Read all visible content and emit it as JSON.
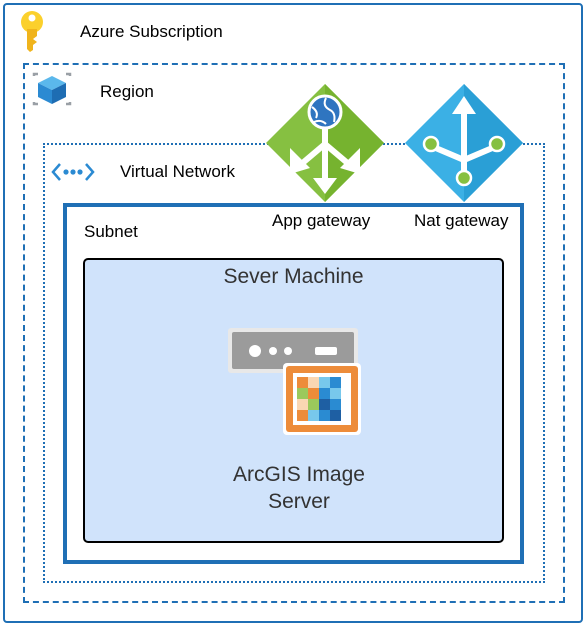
{
  "subscription": {
    "label": "Azure Subscription",
    "icon": "key-icon"
  },
  "region": {
    "label": "Region",
    "icon": "region-cube-icon"
  },
  "virtual_network": {
    "label": "Virtual Network",
    "icon": "vnet-icon"
  },
  "subnet": {
    "label": "Subnet"
  },
  "app_gateway": {
    "label": "App gateway",
    "icon": "app-gateway-icon"
  },
  "nat_gateway": {
    "label": "Nat gateway",
    "icon": "nat-gateway-icon"
  },
  "server_machine": {
    "title": "Sever Machine",
    "icon": "arcgis-server-icon",
    "label_line1": "ArcGIS Image",
    "label_line2": "Server"
  },
  "colors": {
    "border": "#1f6fb5",
    "machine_fill": "#d0e3fb",
    "app_gateway": "#86c041",
    "nat_gateway": "#3bb0e5",
    "key": "#fbd02c"
  }
}
